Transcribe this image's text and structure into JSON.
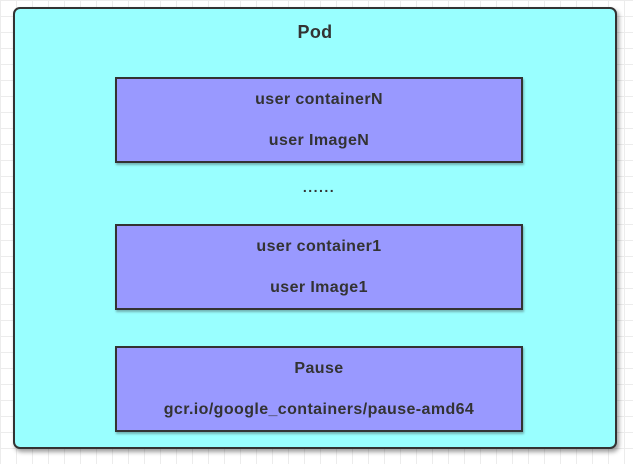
{
  "canvas": {
    "background": "#ffffff",
    "grid_color": "#ececec"
  },
  "pod": {
    "title": "Pod",
    "fill": "#99FFFF",
    "border_color": "#333333"
  },
  "containers": [
    {
      "name": "user containerN",
      "image": "user ImageN"
    },
    {
      "name": "user container1",
      "image": "user Image1"
    },
    {
      "name": "Pause",
      "image": "gcr.io/google_containers/pause-amd64"
    }
  ],
  "ellipsis": "......",
  "container_style": {
    "fill": "#9999FF",
    "border_color": "#333333",
    "text_color": "#333333"
  }
}
